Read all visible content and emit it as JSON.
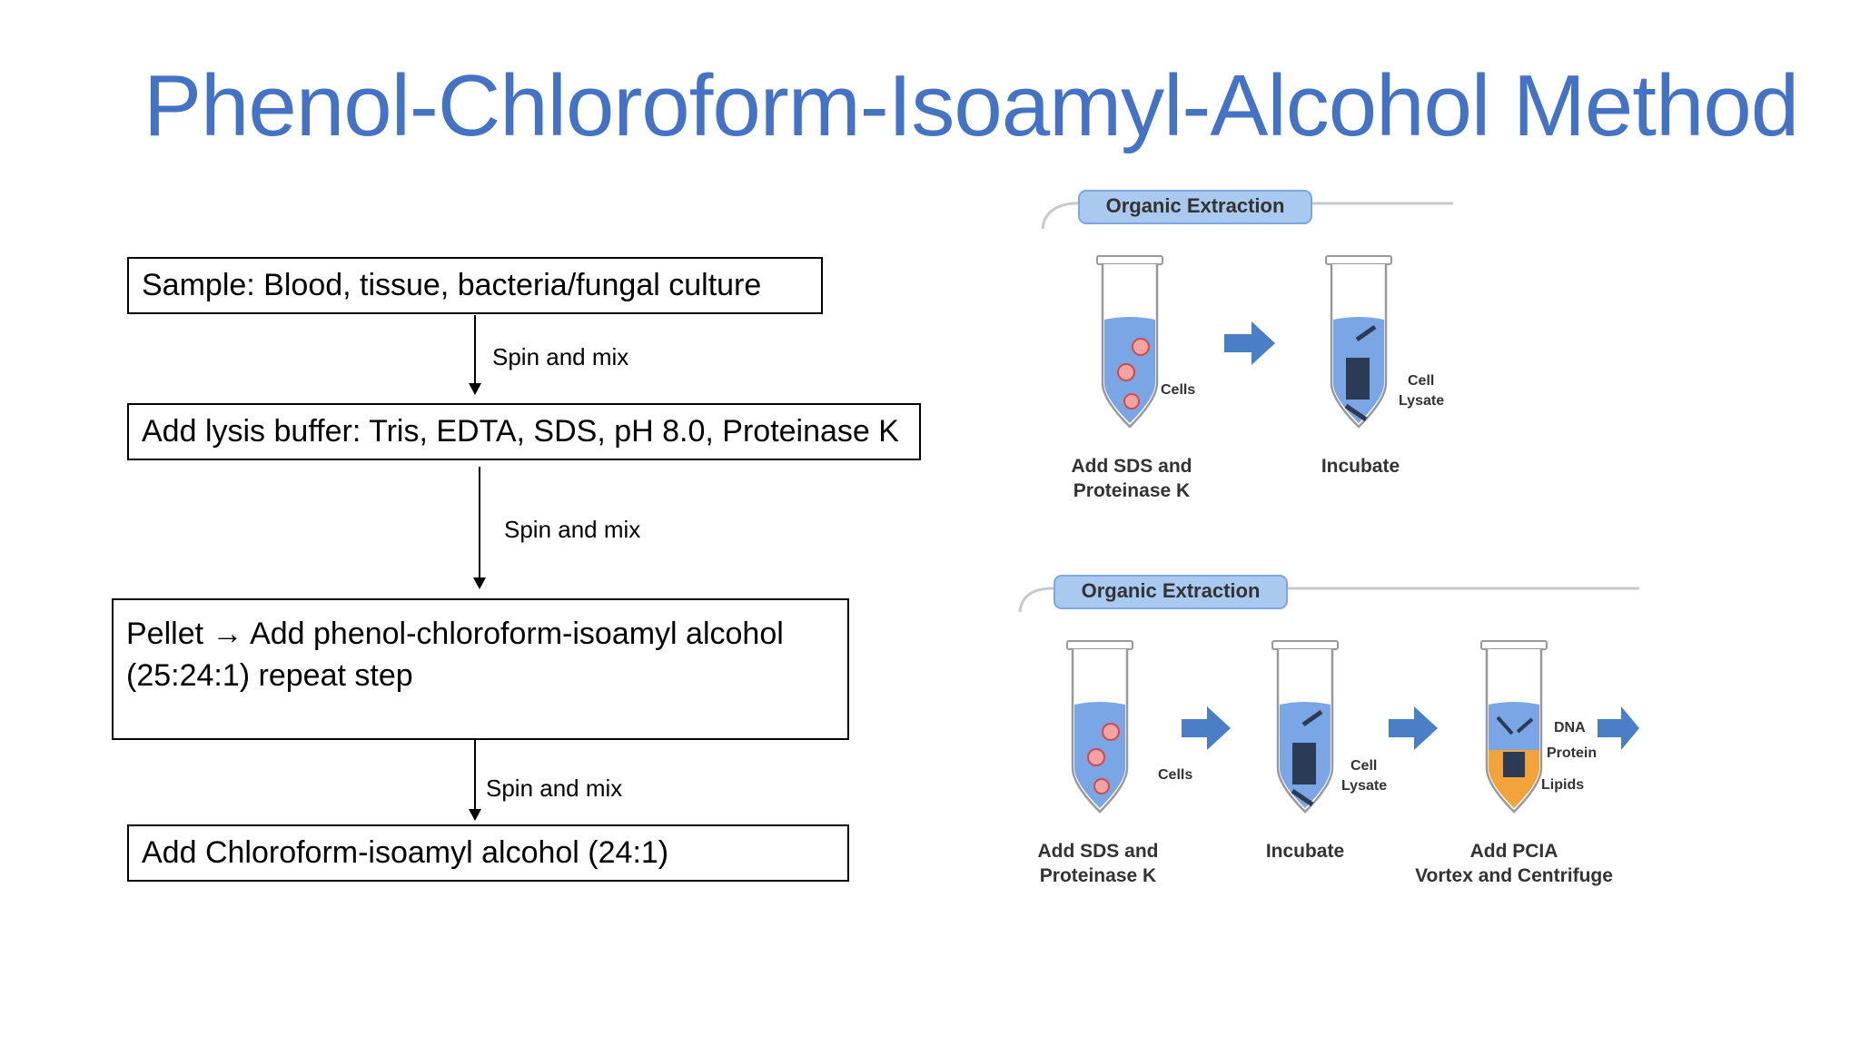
{
  "slide": {
    "title": "Phenol-Chloroform-Isoamyl-Alcohol Method"
  },
  "flowchart": {
    "steps": [
      {
        "text": "Sample:  Blood, tissue, bacteria/fungal culture"
      },
      {
        "text": "Add lysis buffer: Tris, EDTA, SDS, pH 8.0, Proteinase K"
      },
      {
        "line1": "Pellet → Add phenol-chloroform-isoamyl alcohol",
        "line2": "(25:24:1) repeat step"
      },
      {
        "text": "Add Chloroform-isoamyl alcohol (24:1)"
      }
    ],
    "connectors": [
      {
        "label": "Spin and mix"
      },
      {
        "label": "Spin and mix"
      },
      {
        "label": "Spin and mix"
      }
    ]
  },
  "illustrations": {
    "top_panel": {
      "header": "Organic Extraction",
      "tubes": [
        {
          "annotations": [
            "Cells"
          ],
          "caption_line1": "Add SDS and",
          "caption_line2": "Proteinase K"
        },
        {
          "annotations": [
            "Cell",
            "Lysate"
          ],
          "caption_line1": "Incubate",
          "caption_line2": ""
        }
      ]
    },
    "bottom_panel": {
      "header": "Organic Extraction",
      "tubes": [
        {
          "annotations": [
            "Cells"
          ],
          "caption_line1": "Add SDS and",
          "caption_line2": "Proteinase K"
        },
        {
          "annotations": [
            "Cell",
            "Lysate"
          ],
          "caption_line1": "Incubate",
          "caption_line2": ""
        },
        {
          "annotations": [
            "DNA",
            "Protein",
            "Lipids"
          ],
          "caption_line1": "Add PCIA",
          "caption_line2": "Vortex and Centrifuge"
        }
      ]
    }
  },
  "colors": {
    "title": "#4472c4",
    "arrow_blue": "#4a7fc8",
    "liquid_blue": "#7aa6e6",
    "lipid_orange": "#f2a33c",
    "header_tab": "#a9c9ef"
  }
}
